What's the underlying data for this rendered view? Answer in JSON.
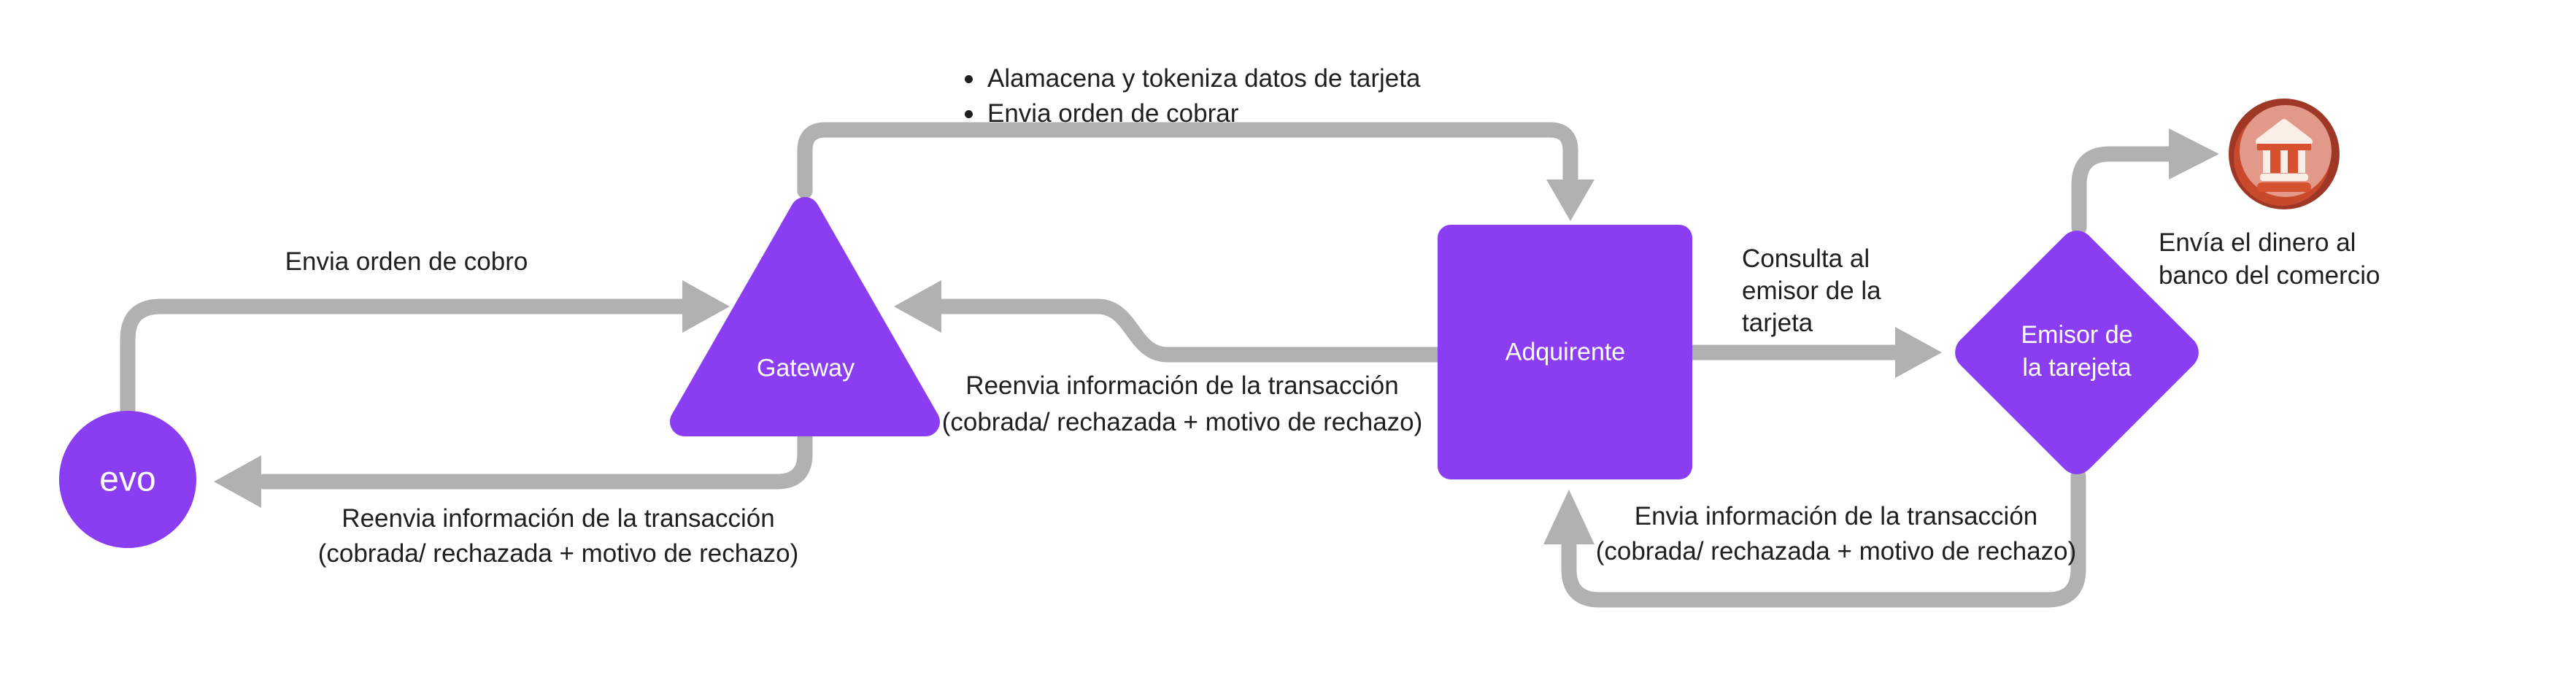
{
  "diagram": {
    "type": "flowchart",
    "colors": {
      "node_purple": "#8B3DF2",
      "connector_gray": "#B1B1B1",
      "text_dark": "#1F1F1F",
      "node_text": "#FFFFFF",
      "bank_ring_dark": "#9E3725",
      "bank_ring_bright": "#C9492C",
      "bank_fill_salmon": "#E2998A",
      "bank_glyph_cream": "#FAEFE7",
      "bank_accent_red": "#D6512F"
    },
    "nodes": {
      "evo": {
        "shape": "circle",
        "label": "evo"
      },
      "gateway": {
        "shape": "triangle",
        "label": "Gateway"
      },
      "adquirente": {
        "shape": "square",
        "label": "Adquirente"
      },
      "emisor": {
        "shape": "diamond",
        "label_line1": "Emisor de",
        "label_line2": "la tarejeta"
      },
      "banco": {
        "shape": "icon",
        "icon": "bank-icon"
      }
    },
    "edges": {
      "evo_to_gateway": {
        "label": "Envia orden de cobro"
      },
      "gateway_to_adquirente": {
        "bullets": [
          "Alamacena y tokeniza datos de tarjeta",
          "Envia orden de cobrar"
        ]
      },
      "adquirente_to_gateway": {
        "line1": "Reenvia información de la transacción",
        "line2": "(cobrada/ rechazada + motivo de rechazo)"
      },
      "gateway_to_evo": {
        "line1": "Reenvia información de la transacción",
        "line2": "(cobrada/ rechazada + motivo de rechazo)"
      },
      "adquirente_to_emisor": {
        "line1": "Consulta al",
        "line2": "emisor de la",
        "line3": "tarjeta"
      },
      "emisor_to_banco": {
        "line1": "Envía el dinero al",
        "line2": "banco del comercio"
      },
      "emisor_to_adquirente": {
        "line1": "Envia información de la transacción",
        "line2": "(cobrada/ rechazada + motivo de rechazo)"
      }
    }
  }
}
